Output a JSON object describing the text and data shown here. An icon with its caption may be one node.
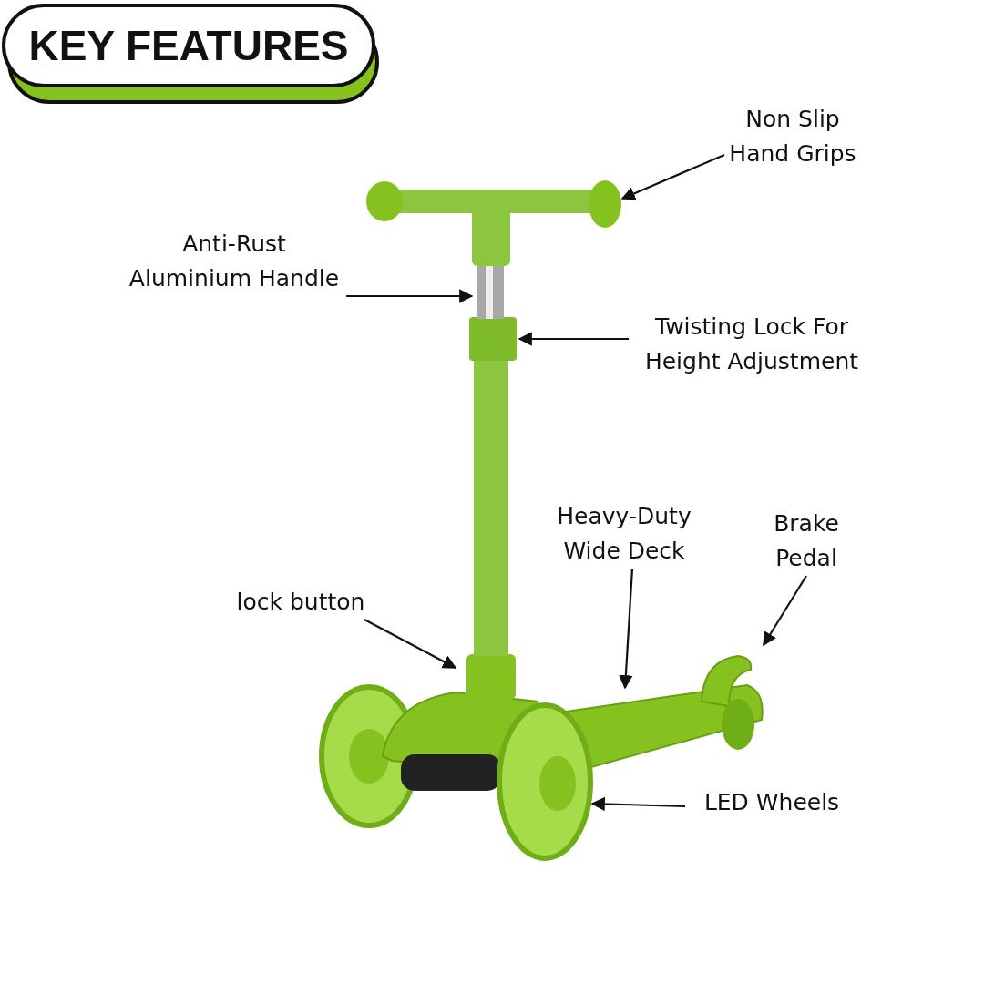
{
  "diagram": {
    "title": "KEY FEATURES",
    "nodes": [
      {
        "text": [
          "Non Slip Hand Grips"
        ]
      },
      {
        "text": [
          "Anti-Rust Aluminium Handle"
        ]
      },
      {
        "text": [
          "Twisting Lock For Height Adjustment"
        ]
      },
      {
        "text": [
          "Heavy-Duty Wide Deck"
        ]
      },
      {
        "text": [
          "Brake Pedal"
        ]
      },
      {
        "text": [
          "lock button"
        ]
      },
      {
        "text": [
          "LED Wheels"
        ]
      }
    ],
    "edges": [
      {
        "from": 0,
        "to": null,
        "arrow": "to"
      },
      {
        "from": 1,
        "to": null,
        "arrow": "to"
      },
      {
        "from": 2,
        "to": null,
        "arrow": "to"
      },
      {
        "from": 3,
        "to": null,
        "arrow": "to"
      },
      {
        "from": 4,
        "to": null,
        "arrow": "to"
      },
      {
        "from": 5,
        "to": null,
        "arrow": "to"
      },
      {
        "from": 6,
        "to": null,
        "arrow": "to"
      }
    ]
  }
}
